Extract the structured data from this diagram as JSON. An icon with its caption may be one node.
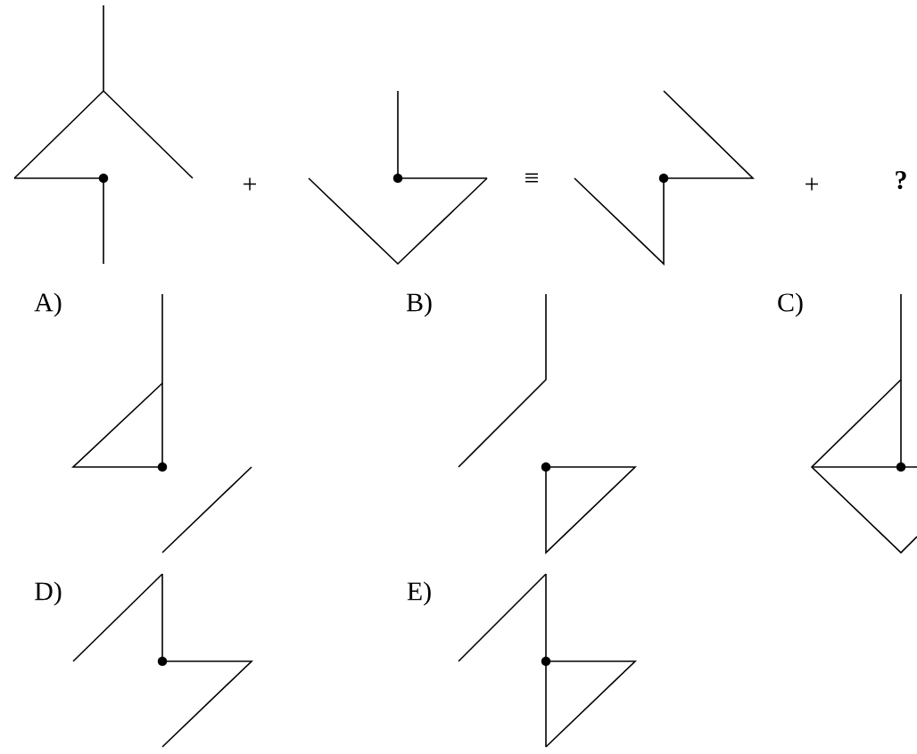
{
  "diagram": {
    "labels": [
      "+",
      "≡",
      "+",
      "?",
      "A)",
      "B)",
      "C)",
      "D)",
      "E)"
    ]
  }
}
